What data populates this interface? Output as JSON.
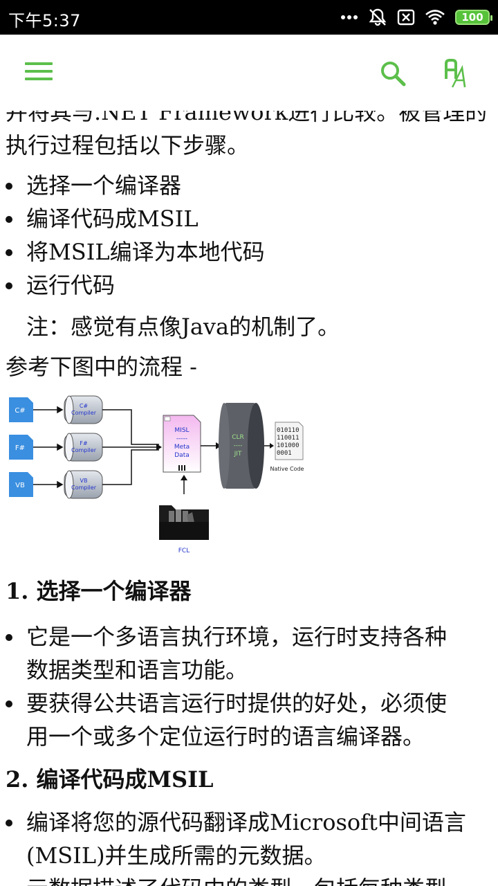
{
  "status_bar": {
    "time": "下午5:37",
    "battery": "100"
  },
  "content": {
    "partial_top": "并将其与.NET Framework进行比较。被管理的",
    "intro_line": "执行过程包括以下步骤。",
    "steps": [
      "选择一个编译器",
      "编译代码成MSIL",
      "将MSIL编译为本地代码",
      "运行代码"
    ],
    "note": "注：感觉有点像Java的机制了。",
    "ref": "参考下图中的流程 -",
    "diagram": {
      "sources": [
        "C#",
        "F#",
        "VB"
      ],
      "compilers": [
        [
          "C#",
          "Compiler"
        ],
        [
          "F#",
          "Compiler"
        ],
        [
          "VB",
          "Compiler"
        ]
      ],
      "misl": [
        "MISL",
        "-----",
        "Meta",
        "Data"
      ],
      "clr": [
        "CLR",
        "----",
        "JIT"
      ],
      "binary": [
        "010110",
        "110011",
        "101000",
        "0001"
      ],
      "native_code": "Native Code",
      "fcl": "FCL"
    },
    "section1": {
      "title": "1. 选择一个编译器",
      "bullets": [
        [
          "它是一个多语言执行环境，运行时支持各种",
          "数据类型和语言功能。"
        ],
        [
          "要获得公共语言运行时提供的好处，必须使",
          "用一个或多个定位运行时的语言编译器。"
        ]
      ]
    },
    "section2": {
      "title": "2. 编译代码成MSIL",
      "bullets": [
        [
          "编译将您的源代码翻译成Microsoft中间语言",
          "(MSIL)并生成所需的元数据。"
        ],
        [
          "元数据描述了代码中的类型，包括每种类型"
        ]
      ]
    }
  }
}
